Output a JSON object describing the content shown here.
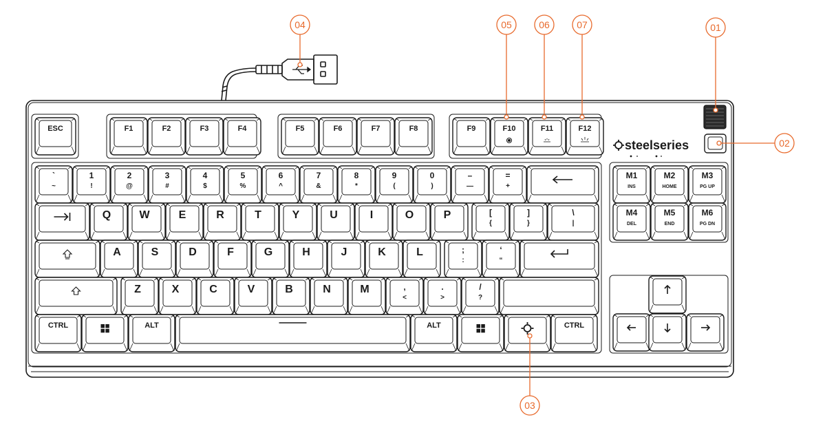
{
  "brand": {
    "name": "steelseries"
  },
  "colors": {
    "outline": "#1a1a1a",
    "callout": "#e86a2c",
    "background": "#ffffff"
  },
  "icons": {
    "usb": "usb-trident-icon",
    "logo": "steelseries-logo-icon",
    "windows": "windows-icon",
    "fn_key": "steelseries-function-icon",
    "arrows": [
      "arrow-up-icon",
      "arrow-down-icon",
      "arrow-left-icon",
      "arrow-right-icon"
    ],
    "backspace": "arrow-left-long-icon",
    "tab": "tab-arrow-icon",
    "enter": "enter-arrow-icon",
    "shift": "shift-outline-icon",
    "caps": "caps-lock-outline-icon"
  },
  "callouts": [
    {
      "id": "01",
      "label": "01"
    },
    {
      "id": "02",
      "label": "02"
    },
    {
      "id": "03",
      "label": "03"
    },
    {
      "id": "04",
      "label": "04"
    },
    {
      "id": "05",
      "label": "05"
    },
    {
      "id": "06",
      "label": "06"
    },
    {
      "id": "07",
      "label": "07"
    }
  ],
  "keys": {
    "function_row": [
      {
        "id": "esc",
        "top": "ESC"
      },
      {
        "id": "f1",
        "top": "F1"
      },
      {
        "id": "f2",
        "top": "F2"
      },
      {
        "id": "f3",
        "top": "F3"
      },
      {
        "id": "f4",
        "top": "F4"
      },
      {
        "id": "f5",
        "top": "F5"
      },
      {
        "id": "f6",
        "top": "F6"
      },
      {
        "id": "f7",
        "top": "F7"
      },
      {
        "id": "f8",
        "top": "F8"
      },
      {
        "id": "f9",
        "top": "F9"
      },
      {
        "id": "f10",
        "top": "F10"
      },
      {
        "id": "f11",
        "top": "F11"
      },
      {
        "id": "f12",
        "top": "F12"
      }
    ],
    "number_row": [
      {
        "id": "grave",
        "top": "`",
        "bottom": "~"
      },
      {
        "id": "1",
        "top": "1",
        "bottom": "!"
      },
      {
        "id": "2",
        "top": "2",
        "bottom": "@"
      },
      {
        "id": "3",
        "top": "3",
        "bottom": "#"
      },
      {
        "id": "4",
        "top": "4",
        "bottom": "$"
      },
      {
        "id": "5",
        "top": "5",
        "bottom": "%"
      },
      {
        "id": "6",
        "top": "6",
        "bottom": "^"
      },
      {
        "id": "7",
        "top": "7",
        "bottom": "&"
      },
      {
        "id": "8",
        "top": "8",
        "bottom": "*"
      },
      {
        "id": "9",
        "top": "9",
        "bottom": "("
      },
      {
        "id": "0",
        "top": "0",
        "bottom": ")"
      },
      {
        "id": "minus",
        "top": "–",
        "bottom": "—"
      },
      {
        "id": "equals",
        "top": "=",
        "bottom": "+"
      },
      {
        "id": "backspace",
        "top": ""
      }
    ],
    "qwerty_row": [
      {
        "id": "tab",
        "top": ""
      },
      {
        "id": "q",
        "big": "Q"
      },
      {
        "id": "w",
        "big": "W"
      },
      {
        "id": "e",
        "big": "E"
      },
      {
        "id": "r",
        "big": "R"
      },
      {
        "id": "t",
        "big": "T"
      },
      {
        "id": "y",
        "big": "Y"
      },
      {
        "id": "u",
        "big": "U"
      },
      {
        "id": "i",
        "big": "I"
      },
      {
        "id": "o",
        "big": "O"
      },
      {
        "id": "p",
        "big": "P"
      },
      {
        "id": "lbracket",
        "top": "[",
        "bottom": "{"
      },
      {
        "id": "rbracket",
        "top": "]",
        "bottom": "}"
      },
      {
        "id": "backslash",
        "top": "\\",
        "bottom": "|"
      }
    ],
    "home_row": [
      {
        "id": "caps",
        "top": ""
      },
      {
        "id": "a",
        "big": "A"
      },
      {
        "id": "s",
        "big": "S"
      },
      {
        "id": "d",
        "big": "D"
      },
      {
        "id": "f",
        "big": "F"
      },
      {
        "id": "g",
        "big": "G"
      },
      {
        "id": "h",
        "big": "H"
      },
      {
        "id": "j",
        "big": "J"
      },
      {
        "id": "k",
        "big": "K"
      },
      {
        "id": "l",
        "big": "L"
      },
      {
        "id": "semicolon",
        "top": ";",
        "bottom": ":"
      },
      {
        "id": "quote",
        "top": "‘",
        "bottom": "“"
      },
      {
        "id": "enter",
        "top": ""
      }
    ],
    "shift_row": [
      {
        "id": "lshift",
        "top": ""
      },
      {
        "id": "z",
        "big": "Z"
      },
      {
        "id": "x",
        "big": "X"
      },
      {
        "id": "c",
        "big": "C"
      },
      {
        "id": "v",
        "big": "V"
      },
      {
        "id": "b",
        "big": "B"
      },
      {
        "id": "n",
        "big": "N"
      },
      {
        "id": "m",
        "big": "M"
      },
      {
        "id": "comma",
        "top": ",",
        "bottom": "<"
      },
      {
        "id": "period",
        "top": ".",
        "bottom": ">"
      },
      {
        "id": "slash",
        "top": "/",
        "bottom": "?"
      },
      {
        "id": "rshift",
        "top": ""
      }
    ],
    "bottom_row": [
      {
        "id": "lctrl",
        "top": "CTRL"
      },
      {
        "id": "lwin",
        "top": ""
      },
      {
        "id": "lalt",
        "top": "ALT"
      },
      {
        "id": "space",
        "top": ""
      },
      {
        "id": "ralt",
        "top": "ALT"
      },
      {
        "id": "rwin",
        "top": ""
      },
      {
        "id": "fn",
        "top": ""
      },
      {
        "id": "rctrl",
        "top": "CTRL"
      }
    ],
    "macro_cluster": [
      {
        "id": "m1",
        "top": "M1",
        "bottom": "INS"
      },
      {
        "id": "m2",
        "top": "M2",
        "bottom": "HOME"
      },
      {
        "id": "m3",
        "top": "M3",
        "bottom": "PG UP"
      },
      {
        "id": "m4",
        "top": "M4",
        "bottom": "DEL"
      },
      {
        "id": "m5",
        "top": "M5",
        "bottom": "END"
      },
      {
        "id": "m6",
        "top": "M6",
        "bottom": "PG DN"
      }
    ],
    "arrow_cluster": [
      {
        "id": "up",
        "top": ""
      },
      {
        "id": "left",
        "top": ""
      },
      {
        "id": "down",
        "top": ""
      },
      {
        "id": "right",
        "top": ""
      }
    ]
  }
}
